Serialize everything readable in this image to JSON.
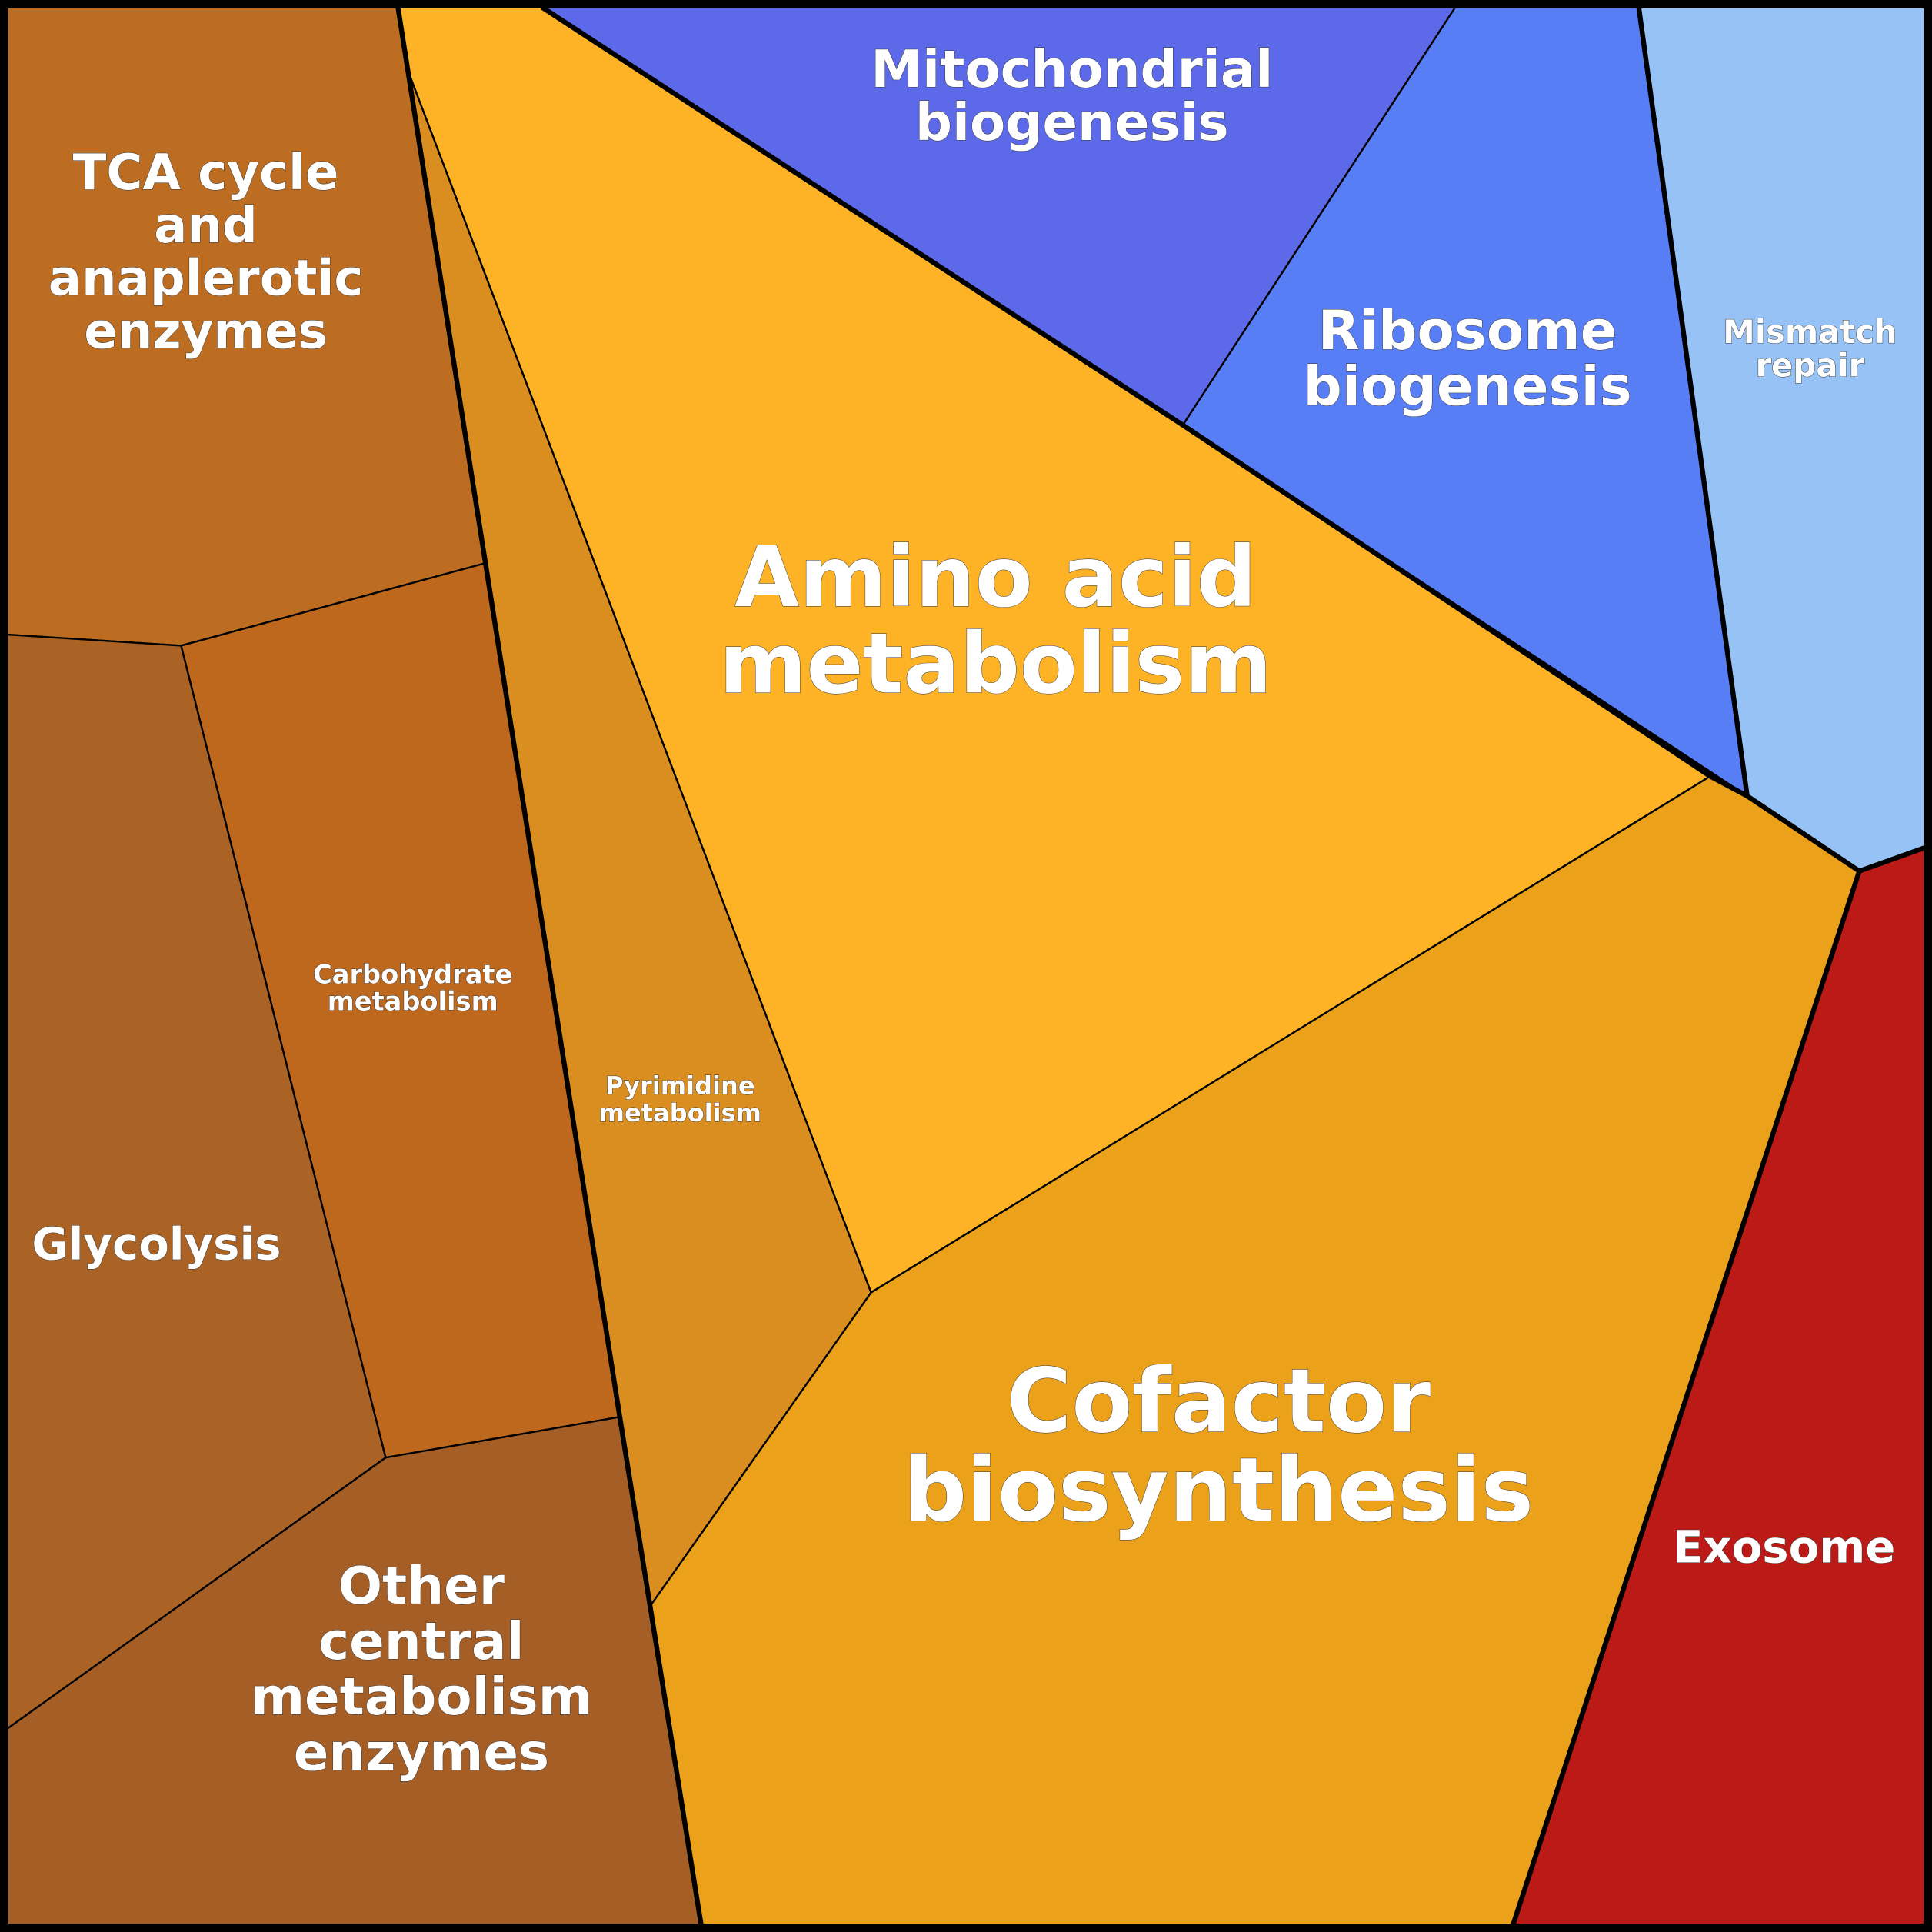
{
  "diagram": {
    "type": "voronoi-treemap",
    "cells": [
      {
        "id": "tca",
        "label_lines": [
          "TCA cycle",
          "and",
          "anaplerotic",
          "enzymes"
        ],
        "color": "#BC6D21",
        "group": "central-metabolism"
      },
      {
        "id": "glycolysis",
        "label_lines": [
          "Glycolysis"
        ],
        "color": "#AA6325",
        "group": "central-metabolism"
      },
      {
        "id": "carbohydrate",
        "label_lines": [
          "Carbohydrate",
          "metabolism"
        ],
        "color": "#BE681E",
        "group": "central-metabolism"
      },
      {
        "id": "other-central",
        "label_lines": [
          "Other",
          "central",
          "metabolism",
          "enzymes"
        ],
        "color": "#A55E26",
        "group": "central-metabolism"
      },
      {
        "id": "pyrimidine",
        "label_lines": [
          "Pyrimidine",
          "metabolism"
        ],
        "color": "#DA8E1F",
        "group": "biosynthesis"
      },
      {
        "id": "amino-acid",
        "label_lines": [
          "Amino acid",
          "metabolism"
        ],
        "color": "#FDB325",
        "group": "biosynthesis"
      },
      {
        "id": "cofactor",
        "label_lines": [
          "Cofactor",
          "biosynthesis"
        ],
        "color": "#EBA11A",
        "group": "biosynthesis"
      },
      {
        "id": "mitochondrial",
        "label_lines": [
          "Mitochondrial",
          "biogenesis"
        ],
        "color": "#5C69E8",
        "group": "biogenesis"
      },
      {
        "id": "ribosome",
        "label_lines": [
          "Ribosome",
          "biogenesis"
        ],
        "color": "#587EF5",
        "group": "biogenesis"
      },
      {
        "id": "mismatch",
        "label_lines": [
          "Mismatch",
          "repair"
        ],
        "color": "#96C2F5",
        "group": "dna-repair"
      },
      {
        "id": "exosome",
        "label_lines": [
          "Exosome"
        ],
        "color": "#BC1A16",
        "group": "rna-processing"
      }
    ]
  }
}
